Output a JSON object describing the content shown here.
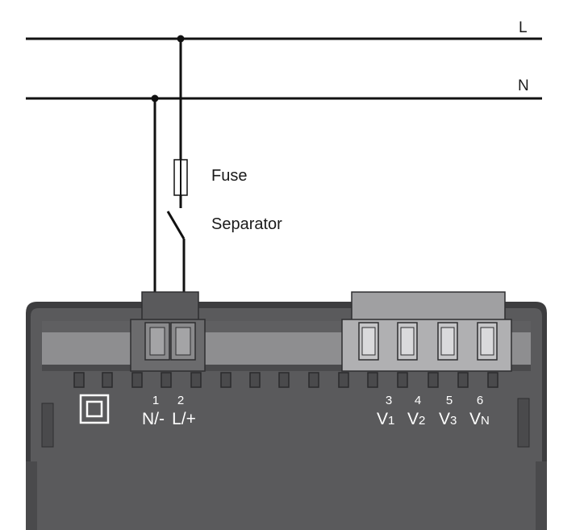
{
  "lines": {
    "line_l": "L",
    "line_n": "N"
  },
  "components": {
    "fuse": "Fuse",
    "separator": "Separator"
  },
  "device": {
    "supply_terminals": [
      {
        "number": "1",
        "label": "N/-"
      },
      {
        "number": "2",
        "label": "L/+"
      }
    ],
    "voltage_terminals": [
      {
        "number": "3",
        "main": "V",
        "sub": "1"
      },
      {
        "number": "4",
        "main": "V",
        "sub": "2"
      },
      {
        "number": "5",
        "main": "V",
        "sub": "3"
      },
      {
        "number": "6",
        "main": "V",
        "sub": "N"
      }
    ]
  },
  "colors": {
    "wire": "#111111",
    "housing": "#58585a",
    "housing_edge": "#3a3a3c",
    "terminal_block": "#9a9a9c",
    "terminal_light": "#c4c4c6",
    "label_white": "#ffffff"
  }
}
